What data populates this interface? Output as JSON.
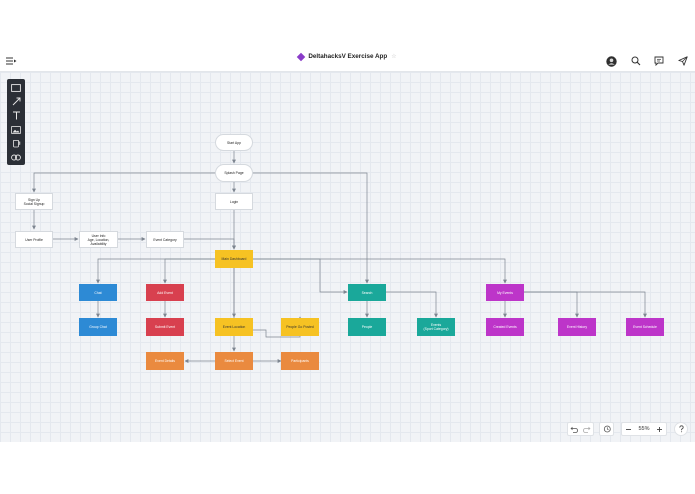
{
  "header": {
    "title": "DeltahacksV Exercise App",
    "star_glyph": "☆"
  },
  "nodes": [
    {
      "key": "start_app",
      "label": "Start App",
      "style": "white pill"
    },
    {
      "key": "splash_page",
      "label": "Splash Page",
      "style": "white pill"
    },
    {
      "key": "sign_up",
      "label": "Sign Up\nSocial Signup",
      "style": "white"
    },
    {
      "key": "login",
      "label": "Login",
      "style": "white"
    },
    {
      "key": "user_profile",
      "label": "User Profile",
      "style": "white"
    },
    {
      "key": "user_info",
      "label": "User Info\nAge, Location,\nAvailability",
      "style": "white"
    },
    {
      "key": "event_category",
      "label": "Event Category",
      "style": "white"
    },
    {
      "key": "main_dashboard",
      "label": "Main Dashboard",
      "style": "c-yellow dark"
    },
    {
      "key": "chat",
      "label": "Chat",
      "style": "c-blue"
    },
    {
      "key": "group_chat",
      "label": "Group Chat",
      "style": "c-blue"
    },
    {
      "key": "add_event",
      "label": "Add Event",
      "style": "c-red"
    },
    {
      "key": "submit_event",
      "label": "Submit Event",
      "style": "c-red"
    },
    {
      "key": "event_location",
      "label": "Event Location",
      "style": "c-yellow dark"
    },
    {
      "key": "people_go_posted",
      "label": "People Go Posted",
      "style": "c-yellow dark"
    },
    {
      "key": "select_event",
      "label": "Select Event",
      "style": "c-orange"
    },
    {
      "key": "event_details",
      "label": "Event Details",
      "style": "c-orange"
    },
    {
      "key": "participants",
      "label": "Participants",
      "style": "c-orange"
    },
    {
      "key": "search",
      "label": "Search",
      "style": "c-teal"
    },
    {
      "key": "people",
      "label": "People",
      "style": "c-teal"
    },
    {
      "key": "events_search",
      "label": "Events\n(Sport Category)",
      "style": "c-teal"
    },
    {
      "key": "my_events",
      "label": "My Events",
      "style": "c-purple"
    },
    {
      "key": "created_events",
      "label": "Created Events",
      "style": "c-purple"
    },
    {
      "key": "event_history",
      "label": "Event History",
      "style": "c-purple"
    },
    {
      "key": "event_schedule",
      "label": "Event Schedule",
      "style": "c-purple"
    }
  ],
  "zoom": {
    "value": "55%"
  },
  "icons": {
    "menu": "menu-icon",
    "avatar": "avatar-icon",
    "search": "search-icon",
    "comments": "comment-icon",
    "share": "send-icon",
    "tools": [
      "rectangle-tool-icon",
      "arrow-tool-icon",
      "text-tool-icon",
      "image-tool-icon",
      "cup-tool-icon",
      "link-tool-icon"
    ]
  },
  "colors": {
    "yellow": "#f6c223",
    "blue": "#2d8ad5",
    "red": "#d8404f",
    "orange": "#ea8a3f",
    "teal": "#1aa89a",
    "purple": "#bd35c9",
    "edge": "#7d8590"
  }
}
